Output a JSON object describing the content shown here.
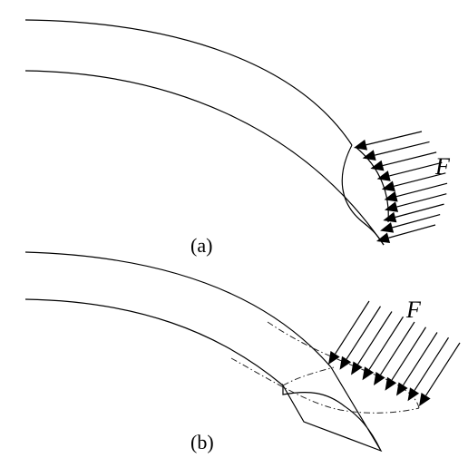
{
  "figure": {
    "panels": [
      {
        "id": "a",
        "label": "(a)",
        "force_label": "F",
        "arrow_count": 10
      },
      {
        "id": "b",
        "label": "(b)",
        "force_label": "F",
        "arrow_count": 9
      }
    ],
    "line_color": "#000000",
    "background": "#ffffff"
  }
}
